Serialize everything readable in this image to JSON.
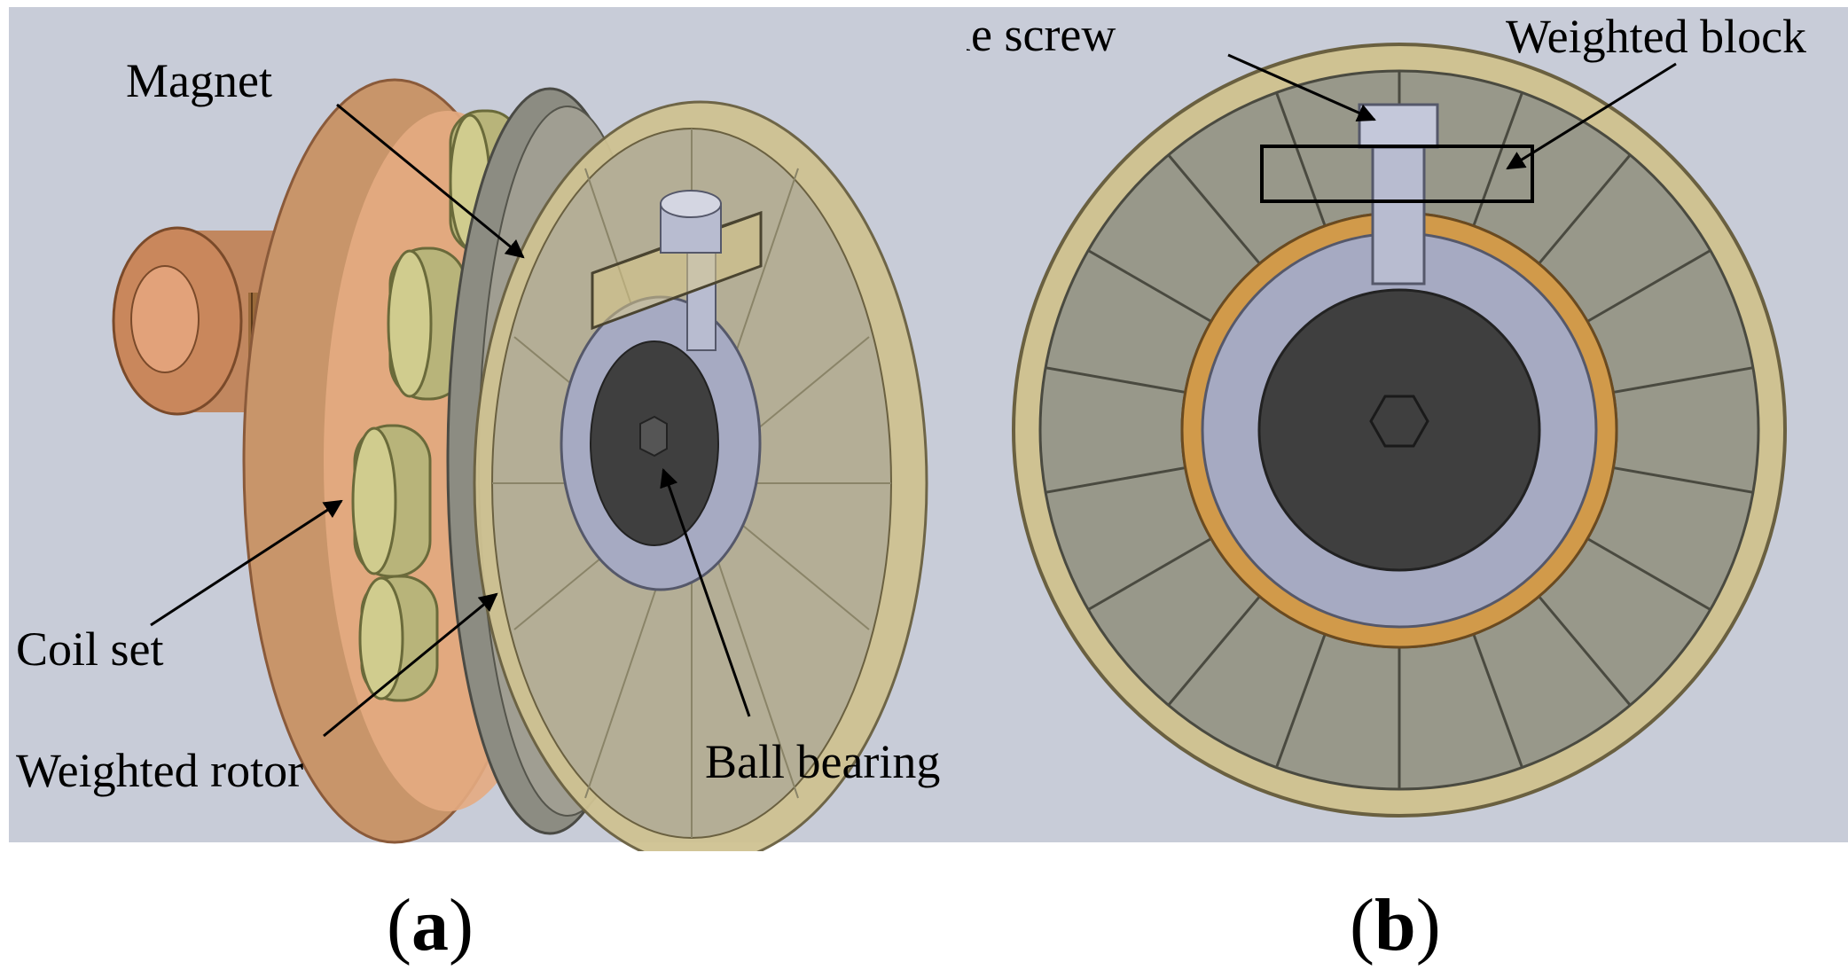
{
  "colors": {
    "background": "#c8ccd8",
    "shell": "#c8956a",
    "magnet": "#96968a",
    "coil": "#b8b47a",
    "ring": "#cfc292",
    "bearing_outer": "#a6aac2",
    "bearing_inner": "#3f3f3f",
    "bronze_ring": "#d19a4a",
    "screw": "#b8bcd0",
    "arrow": "#000000"
  },
  "panel_a": {
    "caption_open": "(",
    "caption_letter": "a",
    "caption_close": ")",
    "labels": {
      "magnet": "Magnet",
      "coil_set": "Coil set",
      "weighted_rotor": "Weighted rotor",
      "ball_bearing": "Ball bearing"
    }
  },
  "panel_b": {
    "caption_open": "(",
    "caption_letter": "b",
    "caption_close": ")",
    "labels": {
      "adjustable_screw": "Adjustable screw",
      "weighted_block": "Weighted block"
    }
  }
}
